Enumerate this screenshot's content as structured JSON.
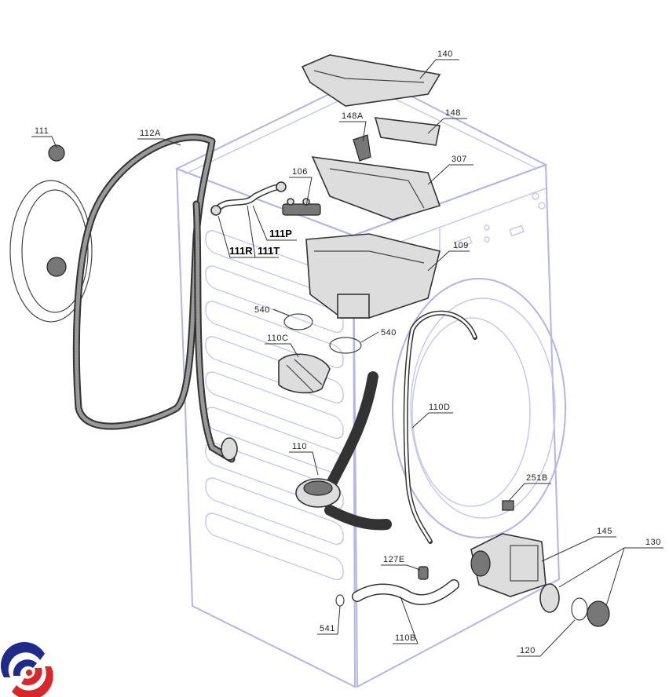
{
  "diagram": {
    "title": "Washing machine exploded parts diagram",
    "labels": {
      "p140": "140",
      "p148": "148",
      "p148A": "148A",
      "p307": "307",
      "p106": "106",
      "p111": "111",
      "p112A": "112A",
      "p111P": "111P",
      "p111R": "111R",
      "p111T": "111T",
      "p109": "109",
      "p540a": "540",
      "p540b": "540",
      "p110C": "110C",
      "p110D": "110D",
      "p110": "110",
      "p251B": "251B",
      "p145": "145",
      "p130": "130",
      "p127E": "127E",
      "p541": "541",
      "p110B": "110B",
      "p120": "120"
    },
    "colors": {
      "outline": "#b4b4e6",
      "logo_blue": "#1f2a8a",
      "logo_red": "#d8262b"
    }
  }
}
